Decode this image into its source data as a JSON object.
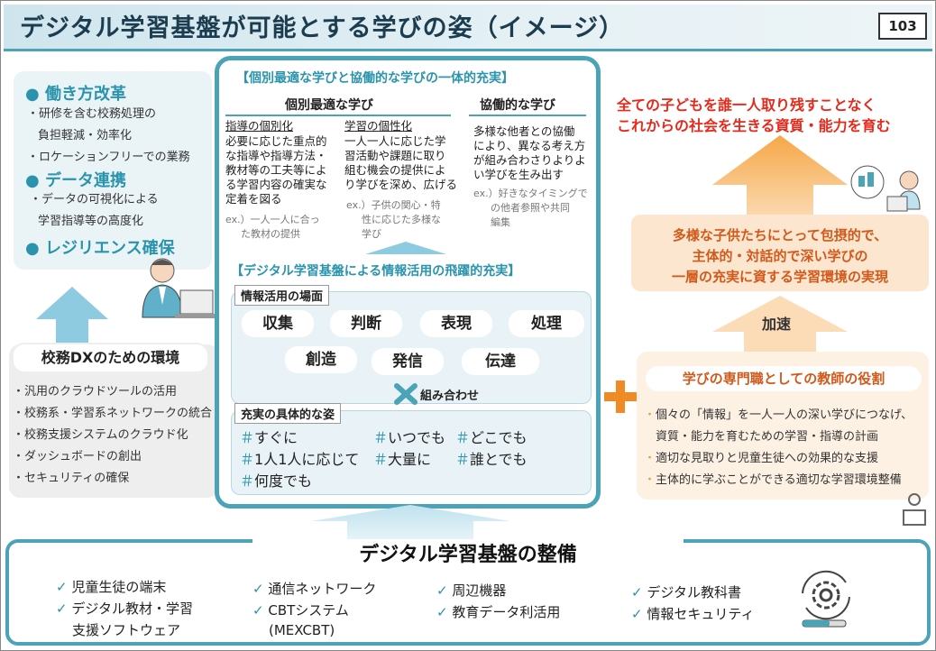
{
  "page": {
    "title": "デジタル学習基盤が可能とする学びの姿（イメージ）",
    "page_number": "103"
  },
  "left": {
    "workstyle_heading": "● 働き方改革",
    "workstyle_items": [
      "・研修を含む校務処理の",
      "負担軽減・効率化",
      "・ロケーションフリーでの業務"
    ],
    "data_heading": "● データ連携",
    "data_items": [
      "・データの可視化による",
      "学習指導等の高度化"
    ],
    "resilience_heading": "● レジリエンス確保",
    "env_title": "校務DXのための環境",
    "env_items": [
      "・汎用のクラウドツールの活用",
      "・校務系・学習系ネットワークの統合",
      "・校務支援システムのクラウド化",
      "・ダッシュボードの創出",
      "・セキュリティの確保"
    ]
  },
  "center": {
    "heading_top": "【個別最適な学びと協働的な学びの一体的充実】",
    "individual_title": "個別最適な学び",
    "collab_title": "協働的な学び",
    "col1_sub": "指導の個別化",
    "col1_lines": [
      "必要に応じた重点的",
      "な指導や指導方法・",
      "教材等の工夫等によ",
      "る学習内容の確実な",
      "定着を図る"
    ],
    "col1_ex": [
      "ex.）一人一人に合っ",
      "た教材の提供"
    ],
    "col2_sub": "学習の個性化",
    "col2_lines": [
      "一人一人に応じた学",
      "習活動や課題に取り",
      "組む機会の提供によ",
      "り学びを深め、広げる"
    ],
    "col2_ex": [
      "ex.）子供の関心・特",
      "性に応じた多様な",
      "学び"
    ],
    "col3_lines": [
      "多様な他者との協働",
      "により、異なる考え方",
      "が組み合わさりよりよ",
      "い学びを生み出す"
    ],
    "col3_ex": [
      "ex.）好きなタイミングで",
      "の他者参照や共同",
      "編集"
    ],
    "heading_mid": "【デジタル学習基盤による情報活用の飛躍的充実】",
    "scene_label": "情報活用の場面",
    "scene_tags": [
      "収集",
      "判断",
      "表現",
      "処理",
      "創造",
      "発信",
      "伝達"
    ],
    "combine_label": "組み合わせ",
    "concrete_label": "充実の具体的な姿",
    "hash_mark": "＃",
    "hashtags": [
      "すぐに",
      "いつでも",
      "どこでも",
      "1人1人に応じて",
      "大量に",
      "誰とでも",
      "何度でも"
    ]
  },
  "right": {
    "goal_lines": [
      "全ての子どもを誰一人取り残すことなく",
      "これからの社会を生きる資質・能力を育む"
    ],
    "env_lines": [
      "多様な子供たちにとって包摂的で、",
      "主体的・対話的で深い学びの",
      "一層の充実に資する学習環境の実現"
    ],
    "accel_label": "加速",
    "teacher_title": "学びの専門職としての教師の役割",
    "teacher_items": [
      "個々の「情報」を一人一人の深い学びにつなげ、",
      "資質・能力を育むための学習・指導の計画",
      "適切な見取りと児童生徒への効果的な支援",
      "主体的に学ぶことができる適切な学習環境整備"
    ]
  },
  "bottom": {
    "title": "デジタル学習基盤の整備",
    "check": "✓",
    "items": [
      "児童生徒の端末",
      "デジタル教材・学習",
      "支援ソフトウェア",
      "通信ネットワーク",
      "CBTシステム",
      "(MEXCBT)",
      "周辺機器",
      "教育データ利活用",
      "デジタル教科書",
      "情報セキュリティ"
    ]
  },
  "colors": {
    "teal": "#4aa3b7",
    "orange": "#f2a64b",
    "red": "#e8291a"
  }
}
